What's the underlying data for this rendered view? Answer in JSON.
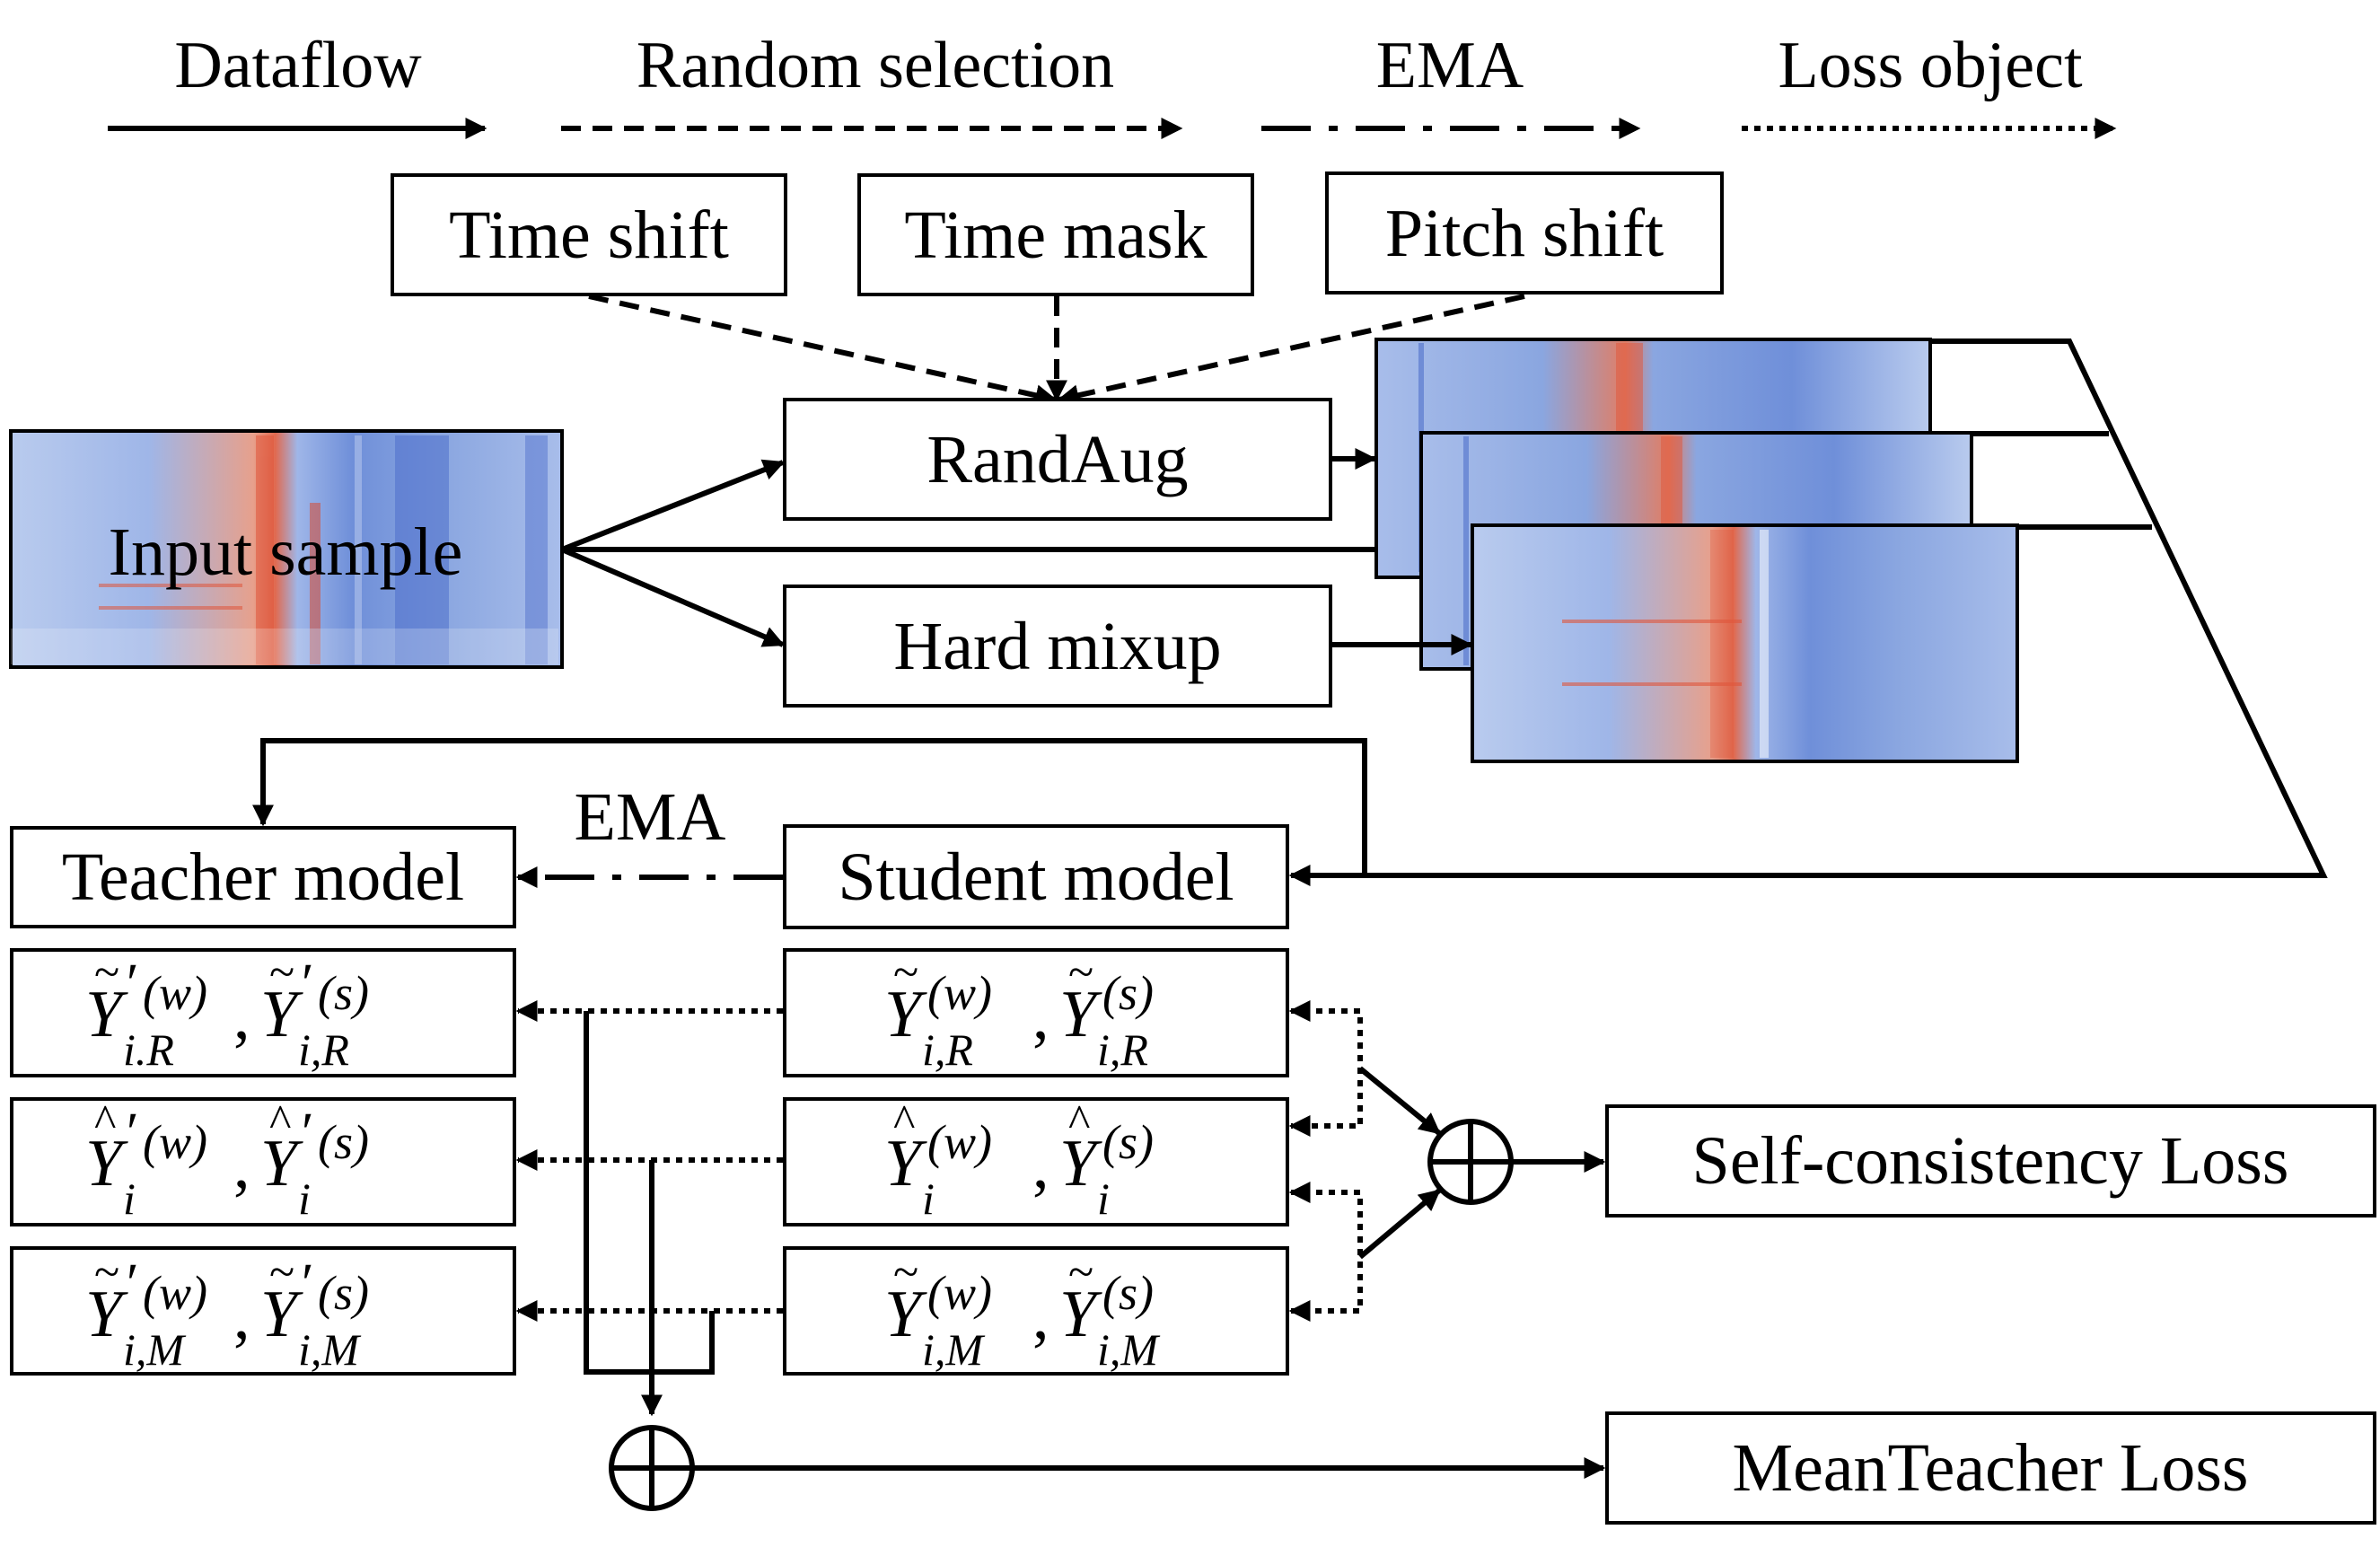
{
  "legend": {
    "dataflow": "Dataflow",
    "random_selection": "Random selection",
    "ema": "EMA",
    "loss_object": "Loss object"
  },
  "augmentations": {
    "time_shift": "Time shift",
    "time_mask": "Time mask",
    "pitch_shift": "Pitch shift"
  },
  "blocks": {
    "randaug": "RandAug",
    "hard_mixup": "Hard mixup",
    "input_sample": "Input sample",
    "teacher_model": "Teacher model",
    "student_model": "Student model",
    "ema_label": "EMA",
    "self_consistency_loss": "Self-consistency Loss",
    "meanteacher_loss": "MeanTeacher Loss"
  },
  "outputs": {
    "teacher": [
      {
        "hat": "~",
        "prime": "′",
        "sup1": "(w)",
        "sup2": "(s)",
        "sub": "i.R",
        "sub2": "i,R"
      },
      {
        "hat": "^",
        "prime": "′",
        "sup1": "(w)",
        "sup2": "(s)",
        "sub": "i",
        "sub2": "i"
      },
      {
        "hat": "~",
        "prime": "′",
        "sup1": "(w)",
        "sup2": "(s)",
        "sub": "i,M",
        "sub2": "i,M"
      }
    ],
    "student": [
      {
        "hat": "~",
        "prime": "",
        "sup1": "(w)",
        "sup2": "(s)",
        "sub": "i,R",
        "sub2": "i,R"
      },
      {
        "hat": "^",
        "prime": "",
        "sup1": "(w)",
        "sup2": "(s)",
        "sub": "i",
        "sub2": "i"
      },
      {
        "hat": "~",
        "prime": "",
        "sup1": "(w)",
        "sup2": "(s)",
        "sub": "i,M",
        "sub2": "i,M"
      }
    ],
    "symbol": "Y",
    "sep": ","
  },
  "colors": {
    "spec_bg": "#8aa6e0",
    "spec_light": "#c3d2ef",
    "spec_red": "#e36a4e",
    "spec_dark": "#5a78cf"
  }
}
